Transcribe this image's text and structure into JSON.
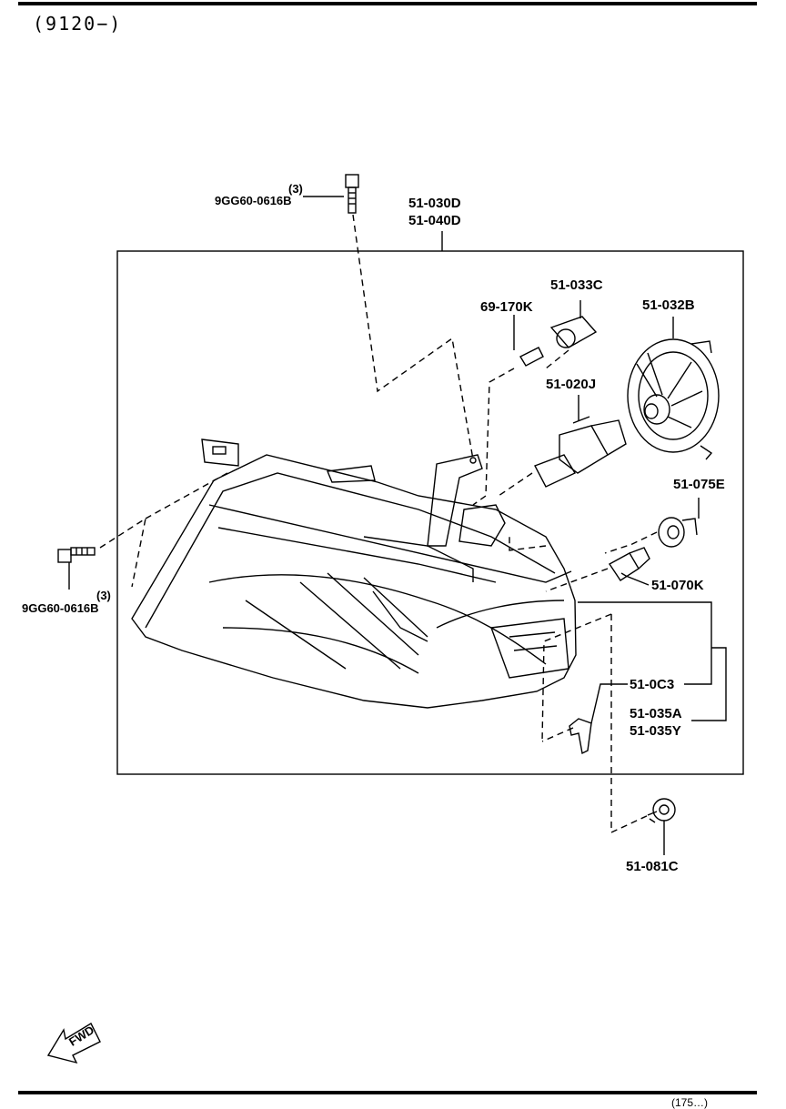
{
  "header": {
    "date_code": "(9120−)"
  },
  "parts": {
    "headlamp_assy": [
      "51-030D",
      "51-040D"
    ],
    "bolt_top": {
      "qty": "(3)",
      "part_no": "9GG60-0616B"
    },
    "bolt_left": {
      "qty": "(3)",
      "part_no": "9GG60-0616B"
    },
    "socket": "51-033C",
    "clip": "69-170K",
    "cover": "51-032B",
    "headlamp_bulb": "51-020J",
    "turn_socket": "51-075E",
    "turn_bulb": "51-070K",
    "lens": "51-0C3",
    "retainer": [
      "51-035A",
      "51-035Y"
    ],
    "screw": "51-081C"
  },
  "fwd_arrow": {
    "text": "FWD"
  },
  "footer": {
    "code": "(175…)"
  }
}
